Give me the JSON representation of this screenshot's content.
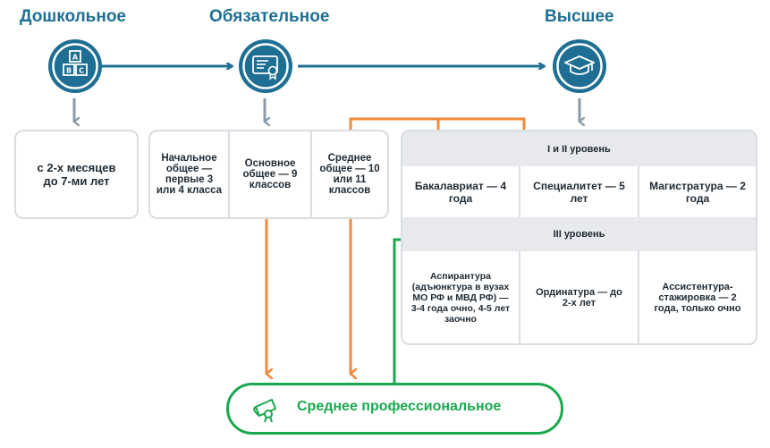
{
  "stages": {
    "preschool": "Дошкольное",
    "mandatory": "Обязательное",
    "higher": "Высшее"
  },
  "preschool_box": "с 2-х месяцев до 7-ми лет",
  "general": {
    "primary": "Начальное общее — первые 3 или 4 класса",
    "basic": "Основное общее — 9 классов",
    "secondary": "Среднее общее — 10 или 11 классов"
  },
  "higher": {
    "level12": "I и II уровень",
    "bachelor": "Бакалавриат — 4 года",
    "specialist": "Специалитет — 5 лет",
    "master": "Магистратура — 2 года",
    "level3": "III уровень",
    "postgrad": "Аспирантура (адъюнктура в вузах МО РФ и МВД РФ) — 3-4 года очно, 4-5 лет заочно",
    "residency": "Ординатура — до 2-х лет",
    "assistantship": "Ассистентура-стажировка — 2 года, только очно"
  },
  "vocational": "Среднее профессиональное",
  "icons": {
    "preschool": "abc-blocks-icon",
    "mandatory": "certificate-icon",
    "higher": "graduation-cap-icon",
    "vocational": "diploma-scroll-icon"
  },
  "colors": {
    "primary": "#1e6f93",
    "arrow_gray": "#8a9aa6",
    "orange": "#f08a3c",
    "green": "#1aa84f",
    "box_border": "#d9dde1",
    "level_bg": "#e7e9ec"
  }
}
